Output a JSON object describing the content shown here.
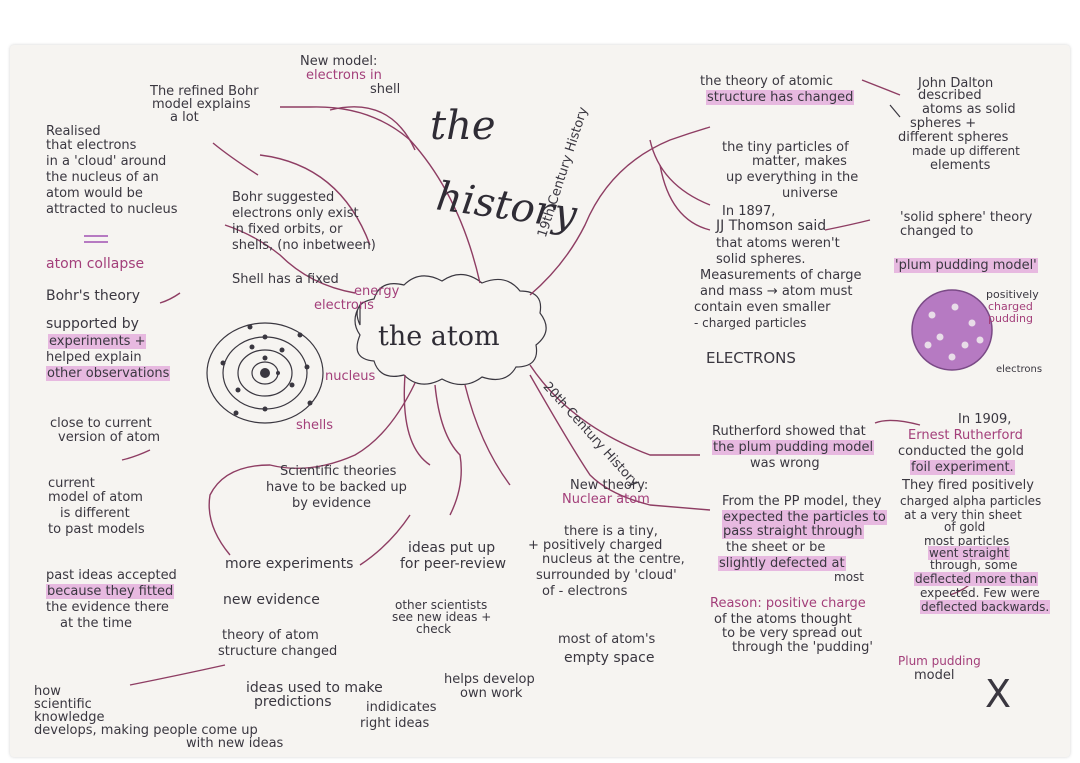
{
  "center": {
    "title": "the atom",
    "history": [
      "the",
      "history"
    ]
  },
  "branches": {
    "nineteenth": "19th Century History",
    "twentieth": "20th Century History"
  },
  "left": {
    "refined": [
      "The refined Bohr",
      "model explains",
      "a lot"
    ],
    "new_model": [
      "New model:",
      "electrons in",
      "shell"
    ],
    "realised": [
      "Realised",
      "that electrons",
      "in a 'cloud' around",
      "the nucleus of an",
      "atom would be",
      "attracted to nucleus"
    ],
    "bohr_suggested": [
      "Bohr suggested",
      "electrons only exist",
      "in fixed orbits, or",
      "shells, (no inbetween)",
      "Shell has a fixed",
      "energy"
    ],
    "electrons_label": "electrons",
    "nucleus_label": "nucleus",
    "shells_label": "shells",
    "atom_collapse": "atom collapse",
    "bohrs_theory": [
      "Bohr's theory",
      "supported by",
      "experiments +",
      "helped explain",
      "other observations"
    ],
    "close": [
      "close to current",
      "version of atom"
    ],
    "current": [
      "current",
      "model of atom",
      "is different",
      "to past models"
    ],
    "past": [
      "past ideas accepted",
      "because they fitted",
      "the evidence there",
      "at the time"
    ]
  },
  "bottom": {
    "scientific": [
      "Scientific theories",
      "have to be backed up",
      "by evidence"
    ],
    "more_experiments": "more experiments",
    "new_evidence": "new evidence",
    "theory_changed": [
      "theory of atom",
      "structure changed"
    ],
    "ideas_put_up": [
      "ideas put up",
      "for peer-review"
    ],
    "other_scientists": [
      "other scientists",
      "see new ideas +",
      "check"
    ],
    "helps_develop": [
      "helps develop",
      "own work"
    ],
    "ideas_used": [
      "ideas used to make",
      "predictions"
    ],
    "indicates": [
      "indidicates",
      "right ideas"
    ],
    "how": [
      "how",
      "scientific",
      "knowledge",
      "develops, making people come up",
      "with new ideas"
    ]
  },
  "right": {
    "theory_changed": [
      "the theory of atomic",
      "structure has changed"
    ],
    "dalton": [
      "John Dalton",
      "described",
      "atoms as solid",
      "spheres +",
      "different spheres",
      "made up different",
      "elements"
    ],
    "tiny": [
      "the tiny particles of",
      "matter, makes",
      "up everything in the",
      "universe"
    ],
    "thomson": [
      "In 1897,",
      "JJ Thomson said",
      "that atoms weren't",
      "solid spheres.",
      "Measurements of charge",
      "and mass → atom must",
      "contain even smaller",
      "- charged particles"
    ],
    "solid_sphere": [
      "'solid sphere' theory",
      "changed to"
    ],
    "plum_pudding": "'plum pudding model'",
    "positively": [
      "positively",
      "charged",
      "pudding"
    ],
    "electrons_small": "electrons",
    "electrons_big": "ELECTRONS",
    "rutherford_showed": [
      "Rutherford showed that",
      "the plum pudding model",
      "was wrong"
    ],
    "in_1909": [
      "In 1909,",
      "Ernest Rutherford",
      "conducted the gold",
      "foil experiment.",
      "They fired positively",
      "charged alpha particles",
      "at a very thin sheet",
      "of gold",
      "most particles",
      "went straight",
      "through, some",
      "deflected more than",
      "expected. Few were",
      "deflected backwards."
    ],
    "new_theory": [
      "New theory:",
      "Nuclear atom"
    ],
    "there_is": [
      "there is a tiny,",
      "+ positively charged",
      "nucleus at the centre,",
      "surrounded by 'cloud'",
      "of - electrons"
    ],
    "most_empty": [
      "most of atom's",
      "empty space"
    ],
    "from_pp": [
      "From the PP model, they",
      "expected the particles to",
      "pass straight through",
      "the sheet or be",
      "slightly defected at",
      "most"
    ],
    "reason": [
      "Reason: positive charge",
      "of the atoms thought",
      "to be very spread out",
      "through the 'pudding'"
    ],
    "plum_model": [
      "Plum pudding",
      "model"
    ],
    "cross": "X"
  },
  "colors": {
    "ink": "#3a3740",
    "pink": "#a33f7a",
    "highlight": "#e7b9e0",
    "line": "#8e3d63"
  }
}
